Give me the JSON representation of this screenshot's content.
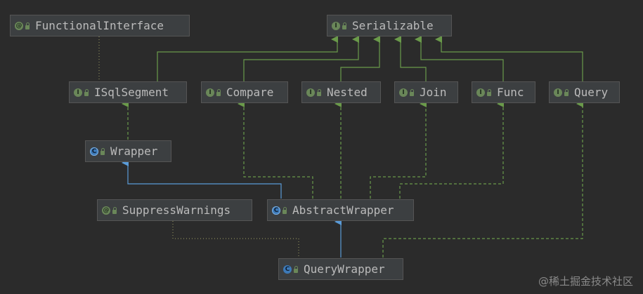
{
  "nodes": {
    "functional_interface": {
      "label": "FunctionalInterface",
      "badge": "@"
    },
    "serializable": {
      "label": "Serializable",
      "badge": "I"
    },
    "isqlsegment": {
      "label": "ISqlSegment",
      "badge": "I"
    },
    "compare": {
      "label": "Compare",
      "badge": "I"
    },
    "nested": {
      "label": "Nested",
      "badge": "I"
    },
    "join": {
      "label": "Join",
      "badge": "I"
    },
    "func": {
      "label": "Func",
      "badge": "I"
    },
    "query": {
      "label": "Query",
      "badge": "I"
    },
    "wrapper": {
      "label": "Wrapper",
      "badge": "C"
    },
    "suppress_warnings": {
      "label": "SuppressWarnings",
      "badge": "@"
    },
    "abstract_wrapper": {
      "label": "AbstractWrapper",
      "badge": "C"
    },
    "query_wrapper": {
      "label": "QueryWrapper",
      "badge": "C"
    }
  },
  "watermark": "@稀土掘金技术社区",
  "colors": {
    "background": "#2b2b2b",
    "node_fill": "#3c3f41",
    "node_border": "#555555",
    "interface_arrow": "#6a9a4a",
    "class_arrow": "#5a9bd8",
    "annotation_link": "#8a8a5a"
  }
}
